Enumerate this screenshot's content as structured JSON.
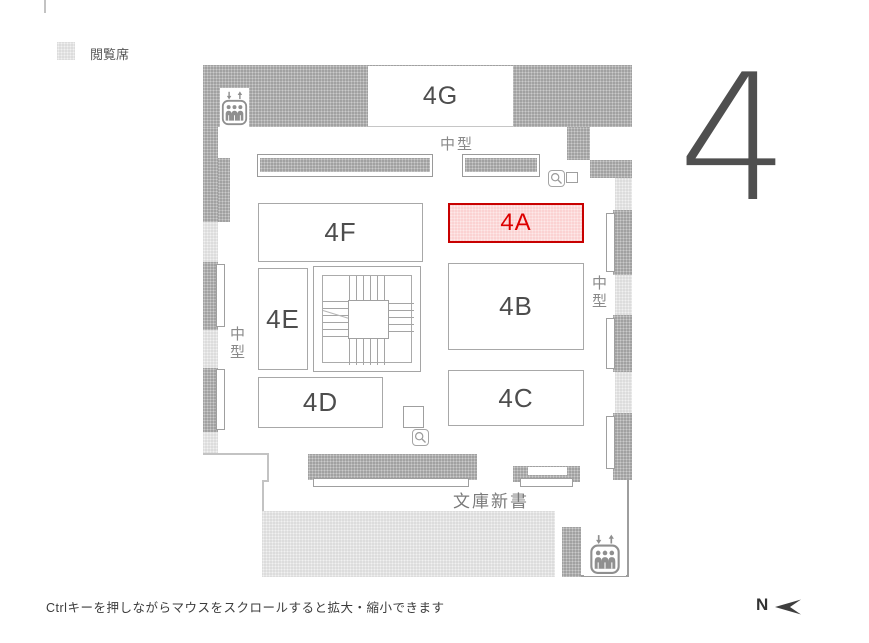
{
  "legend": {
    "label": "閲覧席",
    "swatch_color": "#dcdcdc"
  },
  "floor": {
    "big_number": "4"
  },
  "rooms": [
    {
      "id": "4G",
      "label": "4G",
      "highlighted": false
    },
    {
      "id": "4F",
      "label": "4F",
      "highlighted": false
    },
    {
      "id": "4A",
      "label": "4A",
      "highlighted": true
    },
    {
      "id": "4E",
      "label": "4E",
      "highlighted": false
    },
    {
      "id": "4B",
      "label": "4B",
      "highlighted": false
    },
    {
      "id": "4D",
      "label": "4D",
      "highlighted": false
    },
    {
      "id": "4C",
      "label": "4C",
      "highlighted": false
    }
  ],
  "area_labels": {
    "midsize_top": "中型",
    "midsize_left": "中型",
    "midsize_right": "中型",
    "paperback_shelf": "文庫新書"
  },
  "icons": {
    "elevator": "elevator-icon",
    "magnifier": "magnifier-icon",
    "compass_arrow": "left-dart-arrow"
  },
  "colors": {
    "wall": "#a1a1a1",
    "wall_light": "#dcdcdc",
    "highlight_fill": "#fbd2d2",
    "highlight_border": "#c80000",
    "highlight_text": "#dd0000"
  },
  "footer": {
    "hint": "Ctrlキーを押しながらマウスをスクロールすると拡大・縮小できます",
    "compass_label": "N"
  }
}
